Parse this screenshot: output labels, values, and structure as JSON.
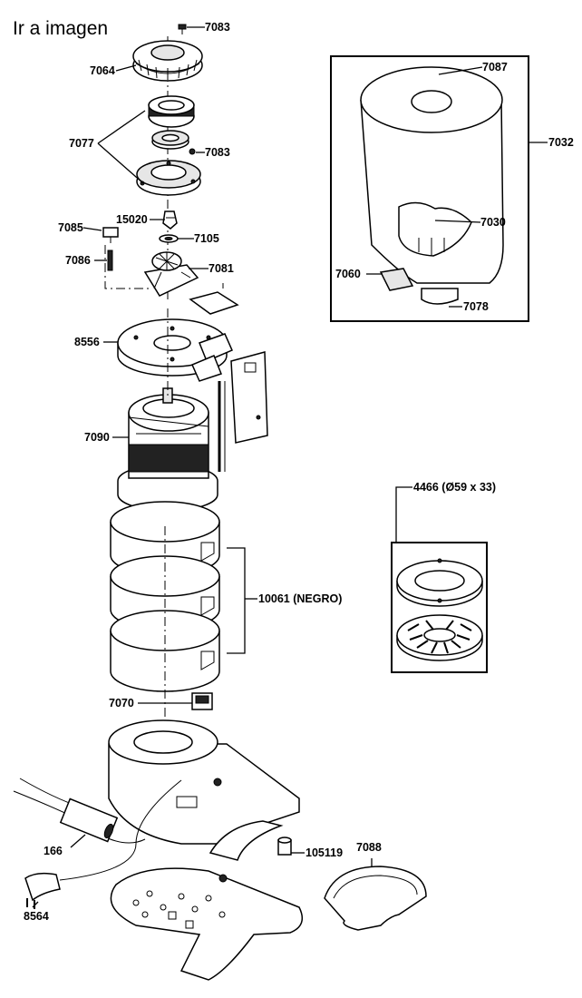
{
  "header": {
    "link_label": "Ir a imagen"
  },
  "colors": {
    "line": "#000000",
    "fill": "#ffffff",
    "shade": "#e6e6e6",
    "dark": "#222222"
  },
  "parts": {
    "p7083a": "7083",
    "p7064": "7064",
    "p7077": "7077",
    "p7083b": "7083",
    "p7085": "7085",
    "p15020": "15020",
    "p7105": "7105",
    "p7086": "7086",
    "p7081": "7081",
    "p8556": "8556",
    "p7090": "7090",
    "p10061": "10061 (NEGRO)",
    "p7070": "7070",
    "p166": "166",
    "p105119": "105119",
    "p7088": "7088",
    "p8564": "8564",
    "p7087": "7087",
    "p7032": "7032",
    "p7030": "7030",
    "p7060": "7060",
    "p7078": "7078",
    "p4466": "4466 (Ø59 x 33)"
  }
}
